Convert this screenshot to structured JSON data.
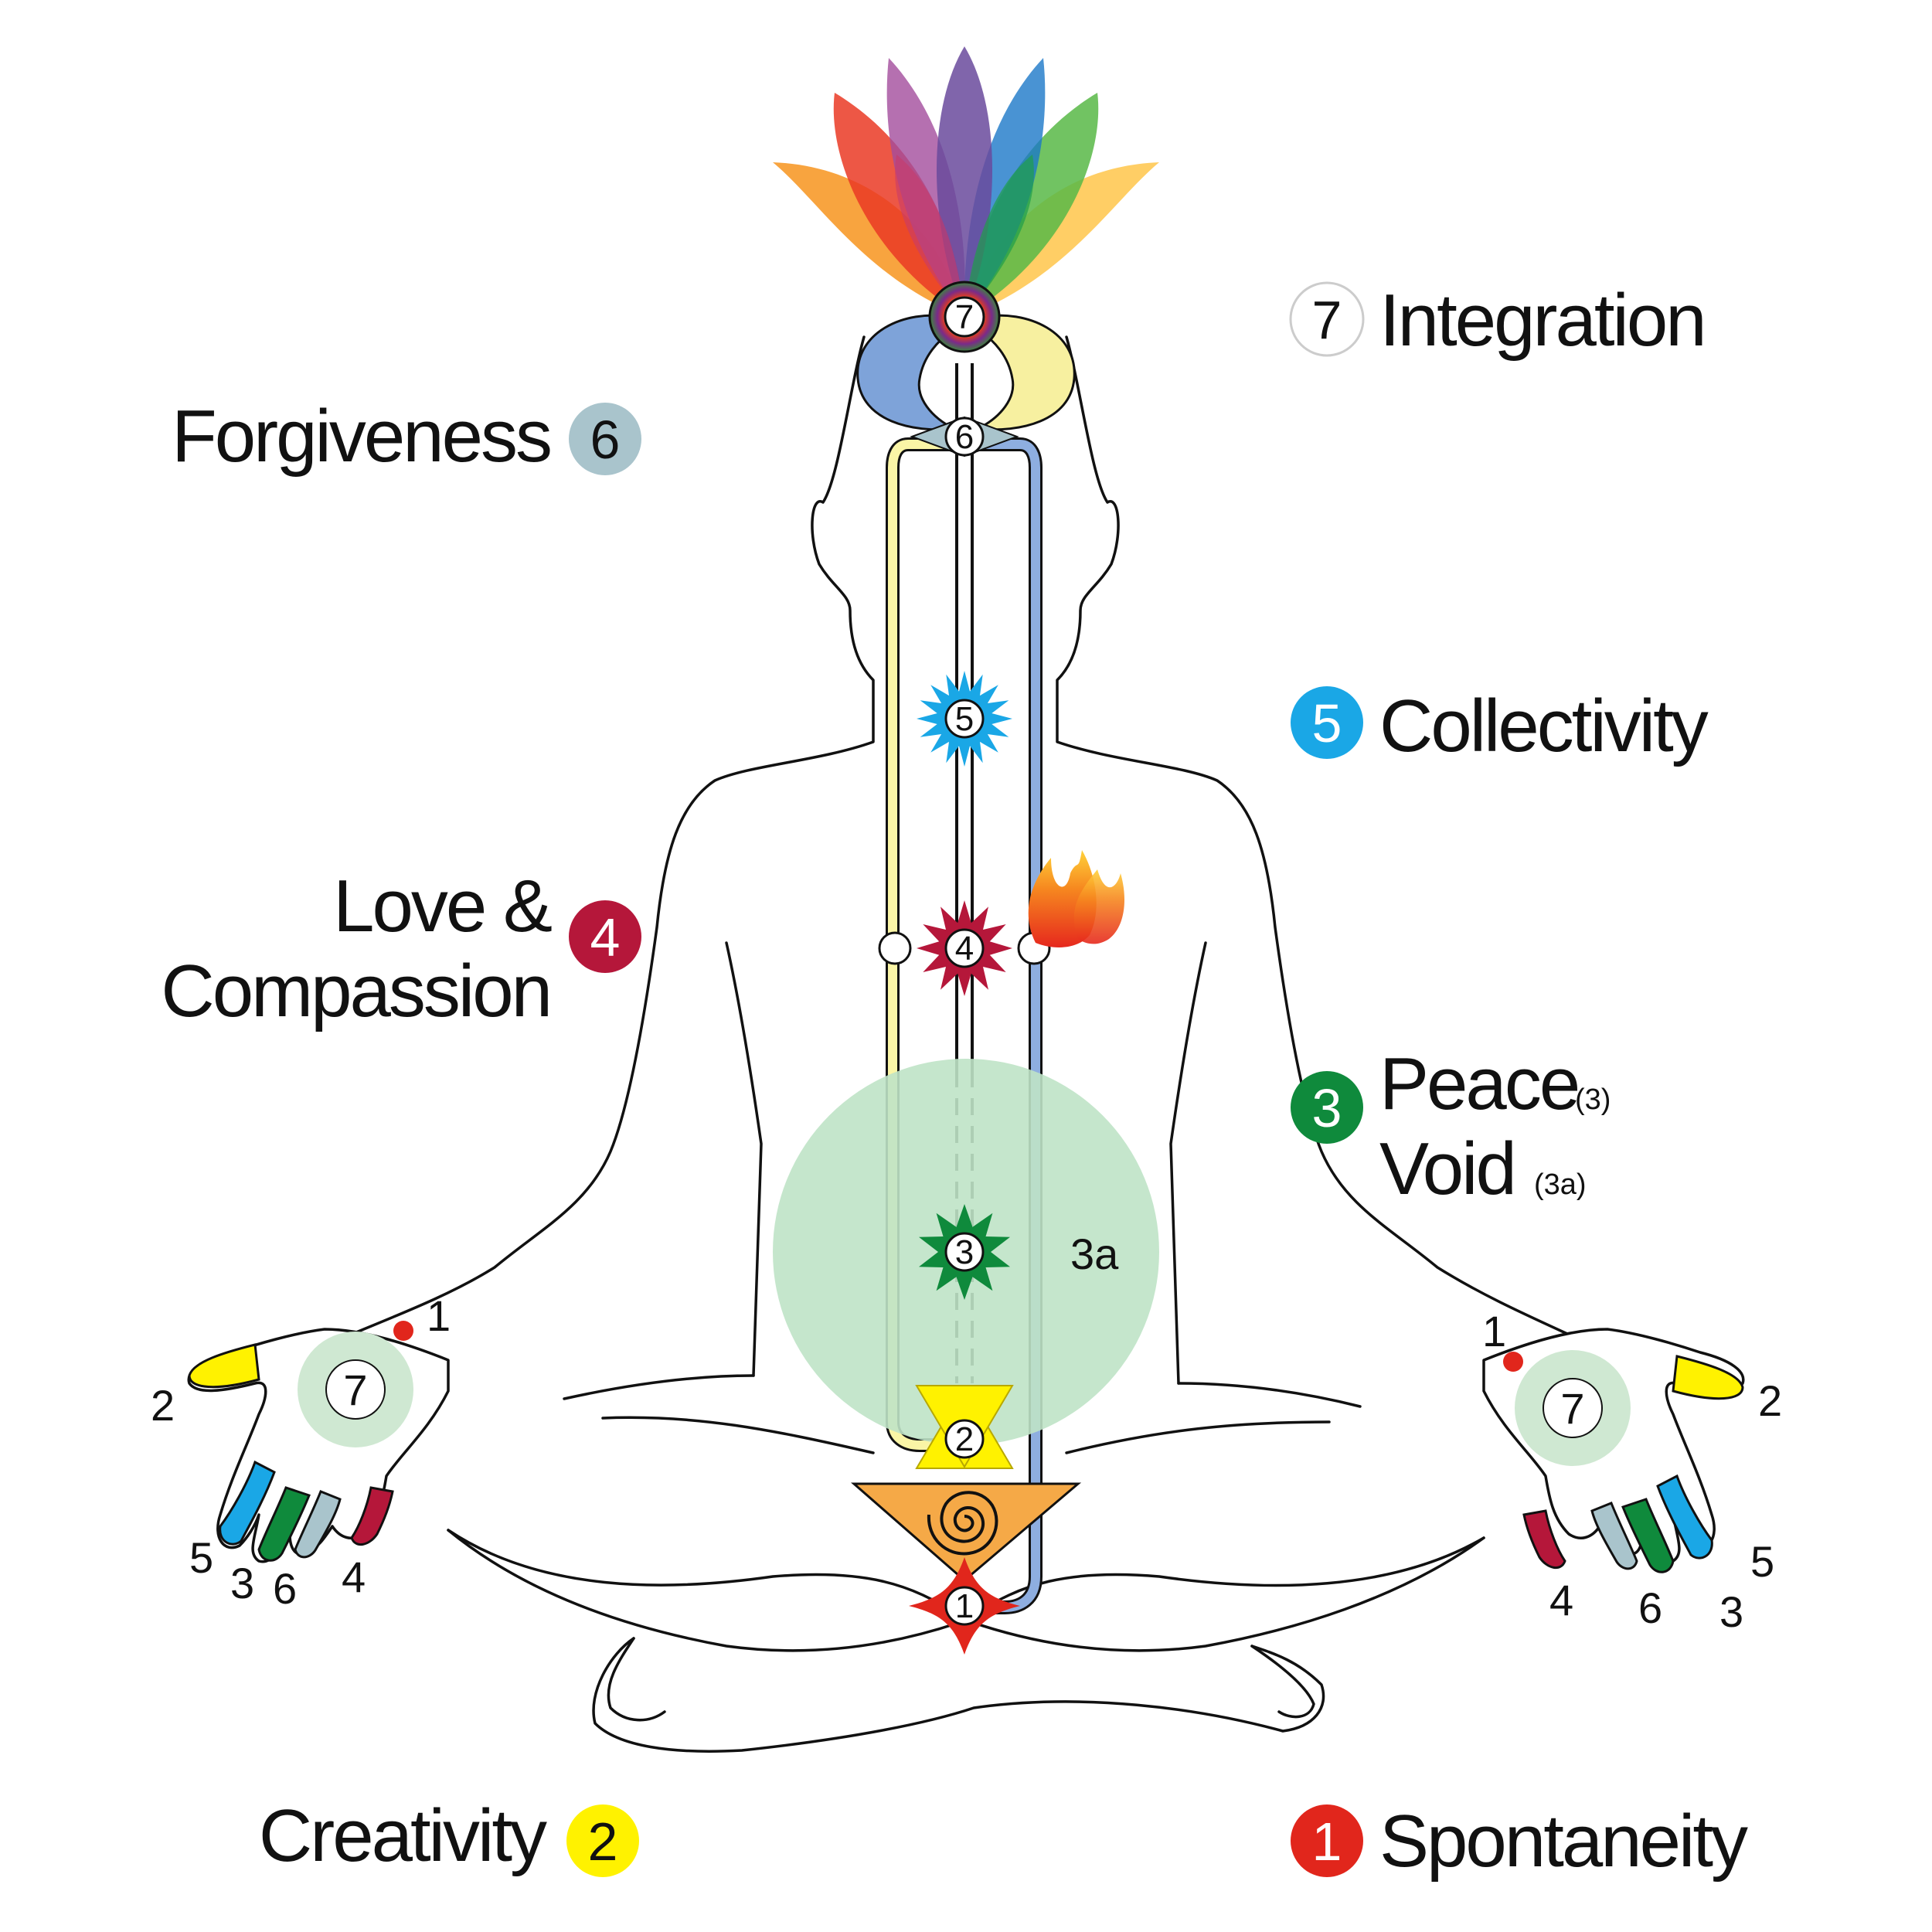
{
  "colors": {
    "c1": "#e1261c",
    "c2": "#fff200",
    "c3": "#0f8a3c",
    "c4": "#b5173a",
    "c5": "#1aa7e6",
    "c6": "#a9c4cc",
    "c7": "#ffffff",
    "left_channel": "#faf5a6",
    "right_channel": "#8eaee0",
    "void": "#bfe3c7",
    "swadishthan": "#f5a947"
  },
  "icons": {
    "crown": "lotus-icon",
    "heart_flame": "flame-icon",
    "sacrum": "spiral-icon"
  },
  "labels": {
    "integration": {
      "text": "Integration",
      "num": "7"
    },
    "forgiveness": {
      "text": "Forgiveness",
      "num": "6"
    },
    "collectivity": {
      "text": "Collectivity",
      "num": "5"
    },
    "love": {
      "line1": "Love &",
      "line2": "Compassion",
      "num": "4"
    },
    "peace": {
      "line1": "Peace",
      "sub1": "(3)",
      "line2": "Void",
      "sub2": "(3a)",
      "num": "3"
    },
    "creativity": {
      "text": "Creativity",
      "num": "2"
    },
    "spontaneity": {
      "text": "Spontaneity",
      "num": "1"
    }
  },
  "chakras": {
    "c7": "7",
    "c6": "6",
    "c5": "5",
    "c4": "4",
    "c3": "3",
    "c2": "2",
    "c1": "1",
    "void_label": "3a"
  },
  "hands": {
    "left": {
      "center": "7",
      "thumb": "2",
      "dot": "1",
      "f5": "5",
      "f3": "3",
      "f6": "6",
      "f4": "4"
    },
    "right": {
      "center": "7",
      "thumb": "2",
      "dot": "1",
      "f5": "5",
      "f3": "3",
      "f6": "6",
      "f4": "4"
    }
  }
}
